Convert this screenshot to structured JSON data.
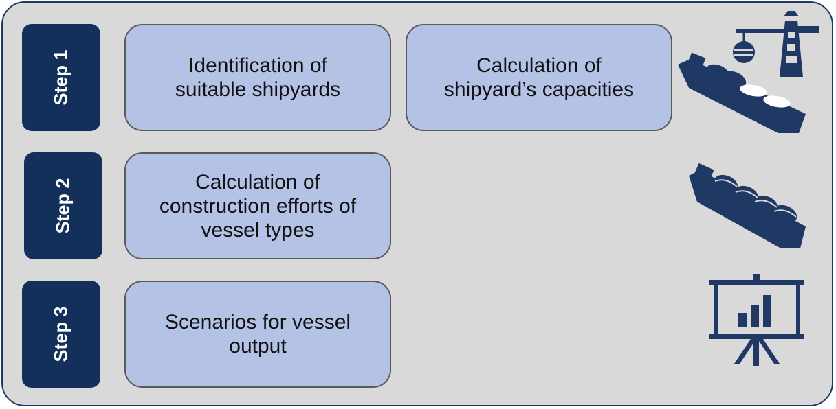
{
  "steps": [
    {
      "label": "Step 1"
    },
    {
      "label": "Step 2"
    },
    {
      "label": "Step 3"
    }
  ],
  "boxes": {
    "identification": [
      "Identification of",
      "suitable shipyards"
    ],
    "capacities": [
      "Calculation of",
      "shipyard’s capacities"
    ],
    "efforts": [
      "Calculation of",
      "construction efforts of",
      "vessel types"
    ],
    "scenarios": [
      "Scenarios for vessel",
      "output"
    ]
  },
  "icons": {
    "step1": "crane-ship-icon",
    "step2": "gas-carrier-ship-icon",
    "step3": "presentation-chart-icon"
  },
  "colors": {
    "background": "#d9d9d9",
    "border": "#1f3864",
    "step": "#13305a",
    "box": "#b4c2e6",
    "icon": "#1f3864"
  }
}
